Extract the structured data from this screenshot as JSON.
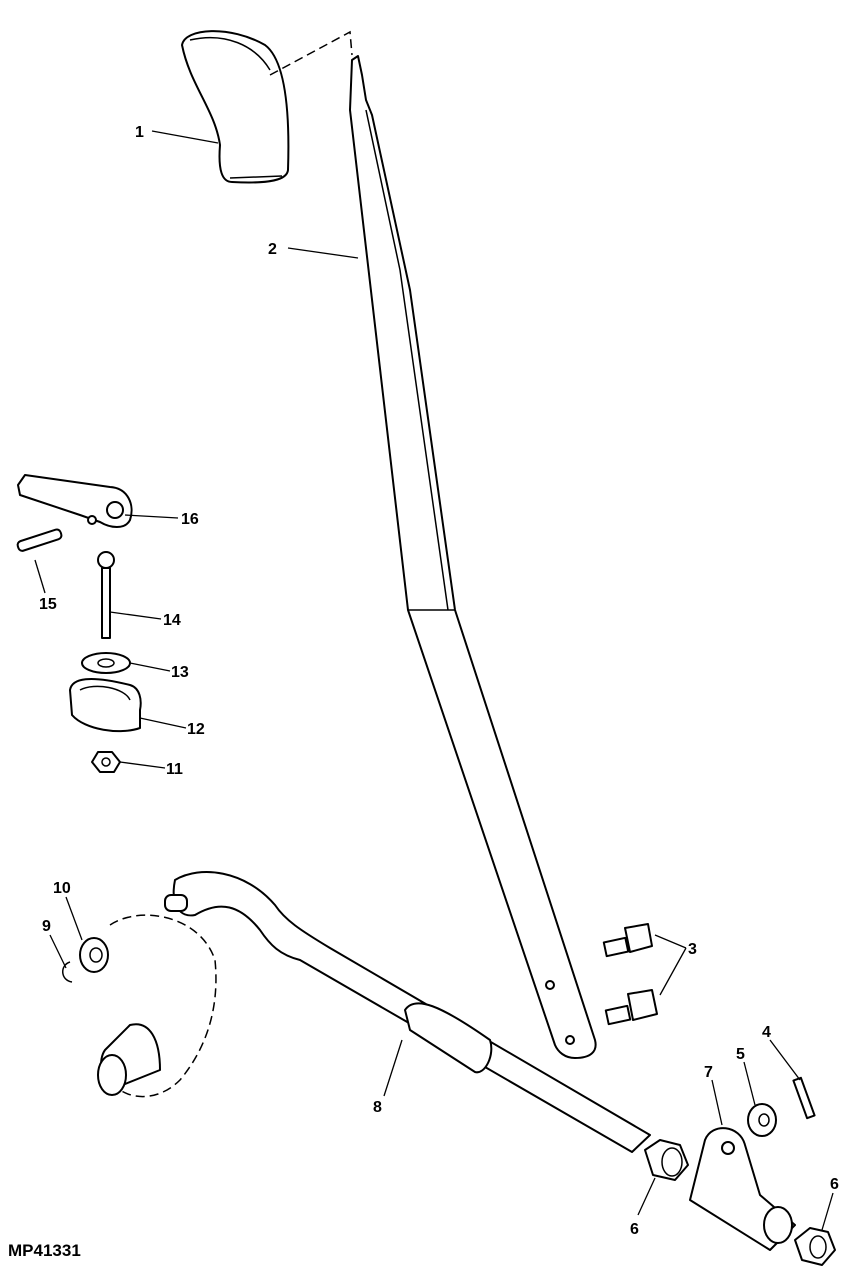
{
  "figure_id": "MP41331",
  "callouts": {
    "c1": "1",
    "c2": "2",
    "c3": "3",
    "c4": "4",
    "c5": "5",
    "c6a": "6",
    "c6b": "6",
    "c7": "7",
    "c8": "8",
    "c9": "9",
    "c10": "10",
    "c11": "11",
    "c12": "12",
    "c13": "13",
    "c14": "14",
    "c15": "15",
    "c16": "16"
  }
}
